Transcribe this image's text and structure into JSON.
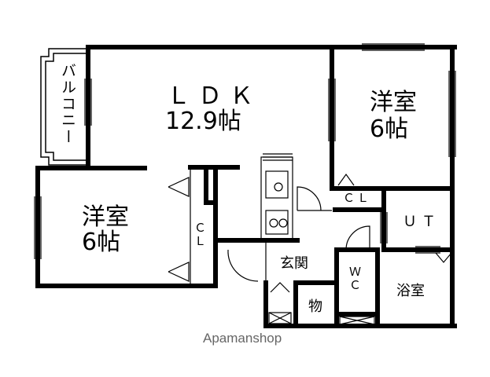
{
  "rooms": {
    "ldk_name": "ＬＤＫ",
    "ldk_size": "12.9帖",
    "bedroom_right_name": "洋室",
    "bedroom_right_size": "6帖",
    "bedroom_left_name": "洋室",
    "bedroom_left_size": "6帖",
    "balcony": "バルコニー",
    "closet_left": "ＣＬ",
    "closet_right": "ＣＬ",
    "utility": "ＵＴ",
    "entrance": "玄関",
    "wc": "ＷＣ",
    "bath": "浴室",
    "storage": "物"
  },
  "watermark": "Apamanshop"
}
